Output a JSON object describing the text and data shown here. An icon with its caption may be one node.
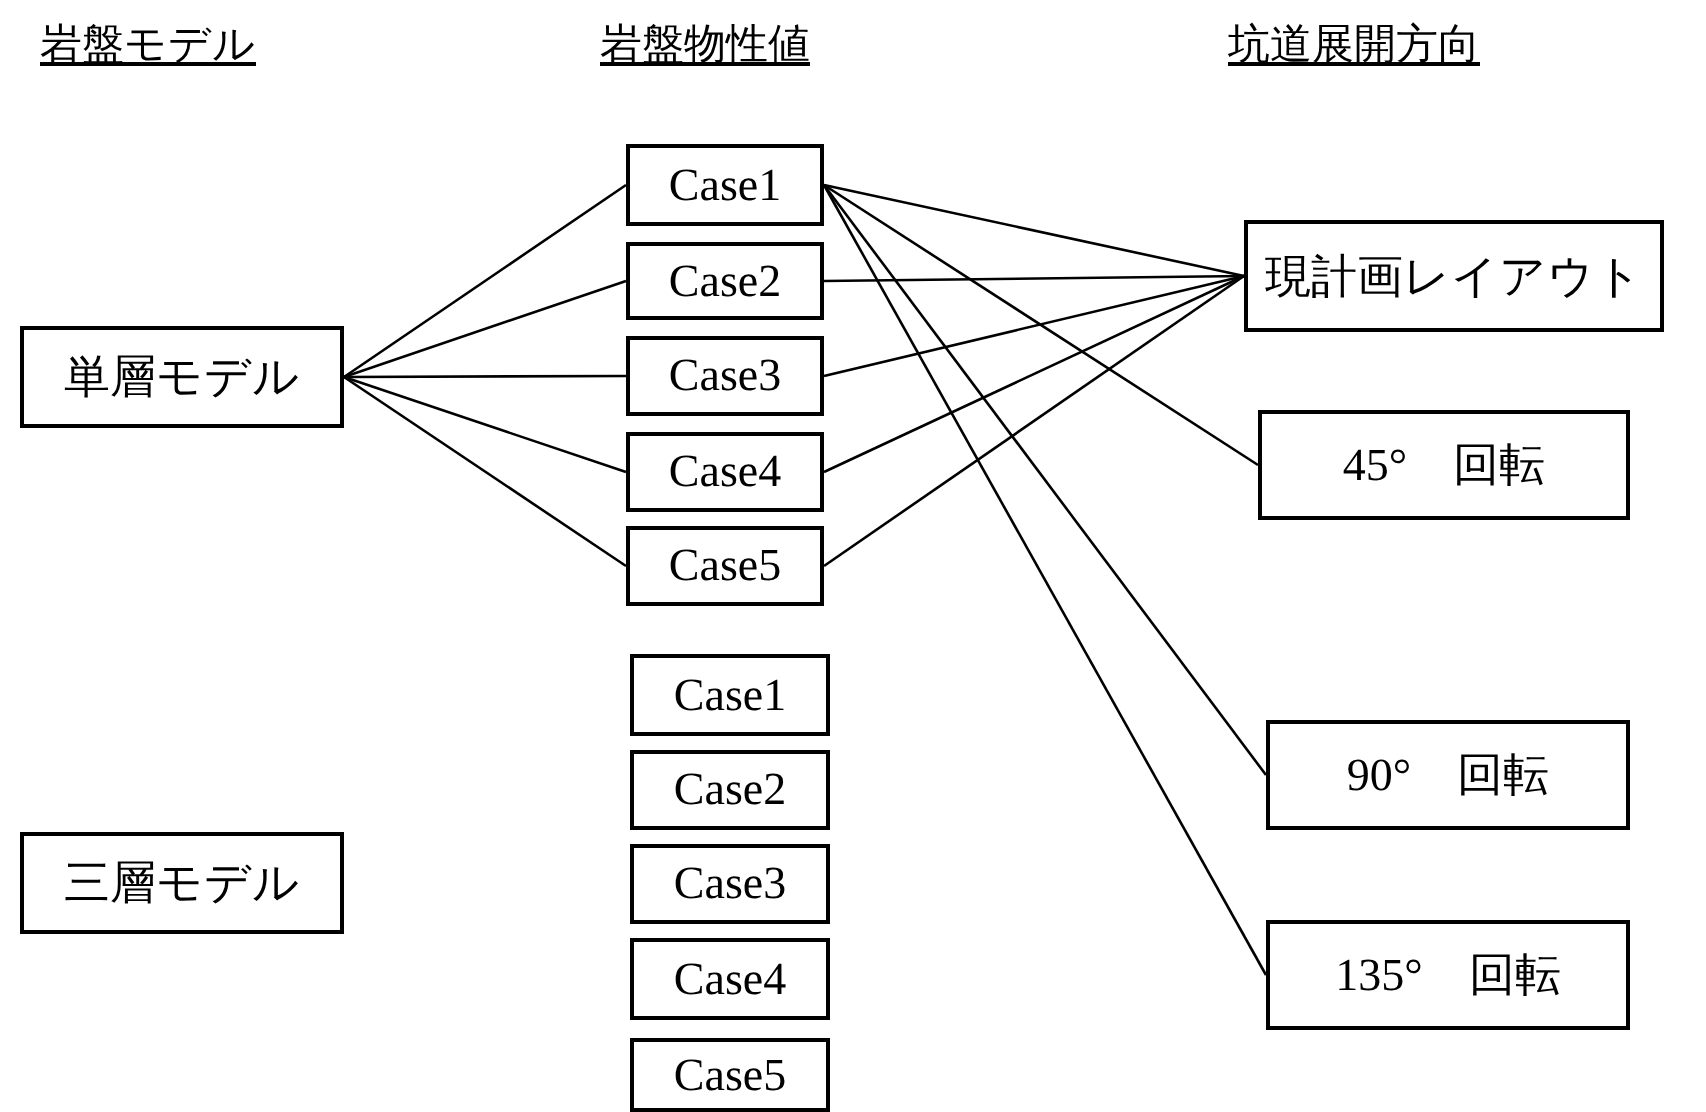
{
  "diagram": {
    "nodes": [
      {
        "text": [
          "単層モデル"
        ]
      },
      {
        "text": [
          "Case1"
        ]
      },
      {
        "text": [
          "Case2"
        ]
      },
      {
        "text": [
          "Case3"
        ]
      },
      {
        "text": [
          "Case4"
        ]
      },
      {
        "text": [
          "Case5"
        ]
      },
      {
        "text": [
          "三層モデル"
        ]
      },
      {
        "text": [
          "Case1"
        ]
      },
      {
        "text": [
          "Case2"
        ]
      },
      {
        "text": [
          "Case3"
        ]
      },
      {
        "text": [
          "Case4"
        ]
      },
      {
        "text": [
          "Case5"
        ]
      },
      {
        "text": [
          "現計画レイアウト"
        ]
      },
      {
        "text": [
          "45°　回転"
        ]
      },
      {
        "text": [
          "90°　回転"
        ]
      },
      {
        "text": [
          "135°　回転"
        ]
      }
    ],
    "edges": [
      {
        "from": 0,
        "to": 1,
        "arrow": "none"
      },
      {
        "from": 0,
        "to": 2,
        "arrow": "none"
      },
      {
        "from": 0,
        "to": 3,
        "arrow": "none"
      },
      {
        "from": 0,
        "to": 4,
        "arrow": "none"
      },
      {
        "from": 0,
        "to": 5,
        "arrow": "none"
      },
      {
        "from": 1,
        "to": 12,
        "arrow": "none"
      },
      {
        "from": 1,
        "to": 13,
        "arrow": "none"
      },
      {
        "from": 1,
        "to": 14,
        "arrow": "none"
      },
      {
        "from": 1,
        "to": 15,
        "arrow": "none"
      },
      {
        "from": 2,
        "to": 12,
        "arrow": "none"
      },
      {
        "from": 3,
        "to": 12,
        "arrow": "none"
      },
      {
        "from": 4,
        "to": 12,
        "arrow": "none"
      },
      {
        "from": 5,
        "to": 12,
        "arrow": "none"
      }
    ],
    "labels": [
      "岩盤モデル",
      "岩盤物性値",
      "坑道展開方向"
    ]
  }
}
